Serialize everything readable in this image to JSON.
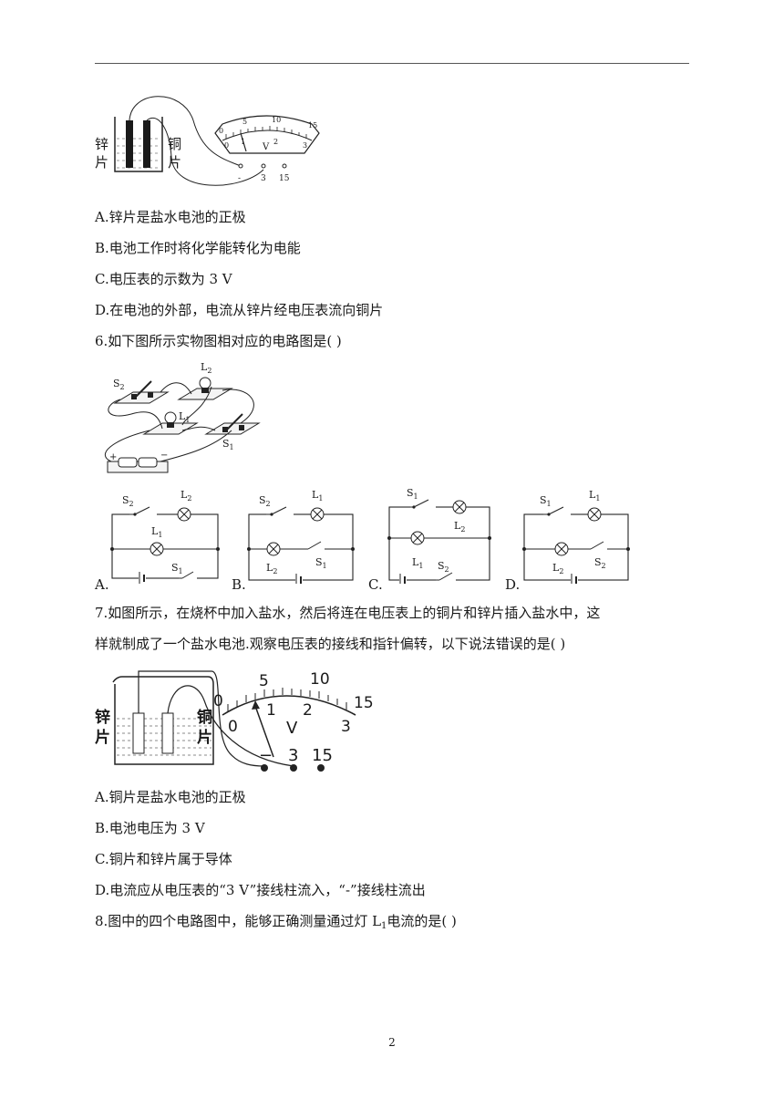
{
  "q5": {
    "figure": {
      "zinc_label": "锌片",
      "copper_label": "铜片",
      "scale_upper": [
        "5",
        "10",
        "15"
      ],
      "scale_lower": [
        "0",
        "1",
        "2",
        "3"
      ],
      "meter_unit": "V",
      "terminals": [
        "-",
        "3",
        "15"
      ]
    },
    "options": [
      "A.锌片是盐水电池的正极",
      "B.电池工作时将化学能转化为电能",
      "C.电压表的示数为 3 V",
      "D.在电池的外部，电流从锌片经电压表流向铜片"
    ]
  },
  "q6": {
    "stem": "6.如下图所示实物图相对应的电路图是(   )",
    "figure": {
      "s2": "S",
      "s1": "S",
      "l1": "L",
      "l2": "L",
      "plus": "+",
      "minus": "−"
    },
    "option_labels": [
      "A.",
      "B.",
      "C.",
      "D."
    ]
  },
  "q7": {
    "stem_line1": "7.如图所示，在烧杯中加入盐水，然后将连在电压表上的铜片和锌片插入盐水中，这",
    "stem_line2": "样就制成了一个盐水电池.观察电压表的接线和指针偏转，以下说法错误的是(   )",
    "figure": {
      "zinc_label": "锌片",
      "copper_label": "铜片",
      "scale_upper": [
        "0",
        "5",
        "10",
        "15"
      ],
      "scale_lower": [
        "0",
        "1",
        "2",
        "3"
      ],
      "meter_unit": "V",
      "terminals": [
        "−",
        "3",
        "15"
      ]
    },
    "options": [
      "A.铜片是盐水电池的正极",
      "B.电池电压为 3 V",
      "C.铜片和锌片属于导体",
      "D.电流应从电压表的“3 V”接线柱流入，“-”接线柱流出"
    ]
  },
  "q8": {
    "stem_before": "8.图中的四个电路图中，能够正确测量通过灯 L",
    "stem_sub": "1",
    "stem_after": "电流的是(   )"
  },
  "page_number": "2"
}
